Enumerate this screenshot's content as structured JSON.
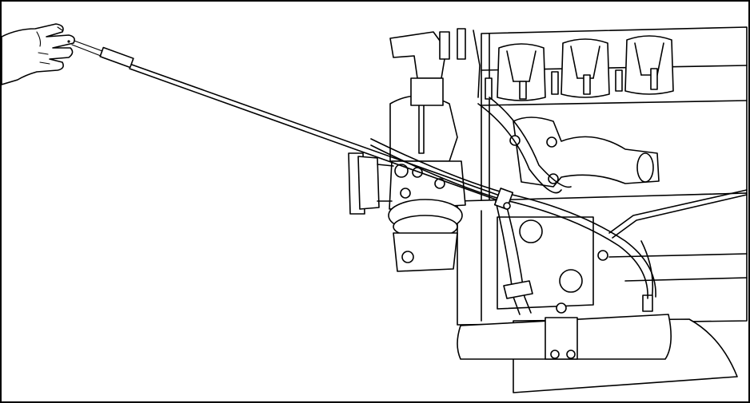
{
  "figure": {
    "background_color": "#ffffff",
    "line_color": "#000000",
    "parts": [
      {
        "name": "hand",
        "icon": "hand-icon"
      },
      {
        "name": "dipstick",
        "icon": "dipstick-icon"
      },
      {
        "name": "dipstick-tube",
        "icon": "tube-icon"
      },
      {
        "name": "engine",
        "icon": "engine-icon"
      }
    ]
  }
}
